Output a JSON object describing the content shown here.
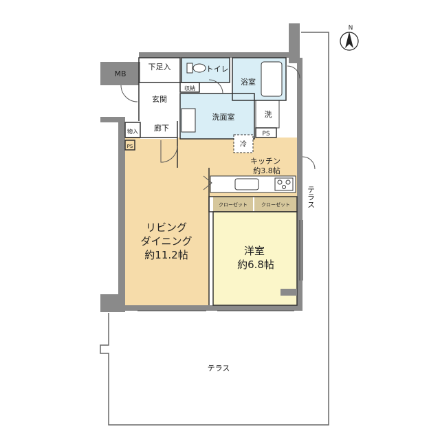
{
  "rooms": {
    "mb": "MB",
    "shoe_storage": "下足入",
    "toilet": "トイレ",
    "entrance": "玄関",
    "storage": "収納",
    "bath": "浴室",
    "washroom": "洗面室",
    "washer": "洗",
    "pantry": "物入",
    "hallway": "廊下",
    "ps1": "PS",
    "ps2": "PS",
    "fridge": "冷",
    "kitchen": "キッチン",
    "kitchen_size": "約3.8帖",
    "closet1": "クローゼット",
    "closet2": "クローゼット",
    "living_line1": "リビング",
    "living_line2": "ダイニング",
    "living_size": "約11.2帖",
    "western": "洋室",
    "western_size": "約6.8帖",
    "terrace_side": "テラス",
    "terrace_bottom": "テラス",
    "north": "N"
  },
  "colors": {
    "living": "#f6dcaa",
    "western": "#fbf6c9",
    "wet": "#d9eef6",
    "closet": "#d6c79c",
    "wall": "#8a8a8a",
    "floor_white": "#ffffff"
  }
}
